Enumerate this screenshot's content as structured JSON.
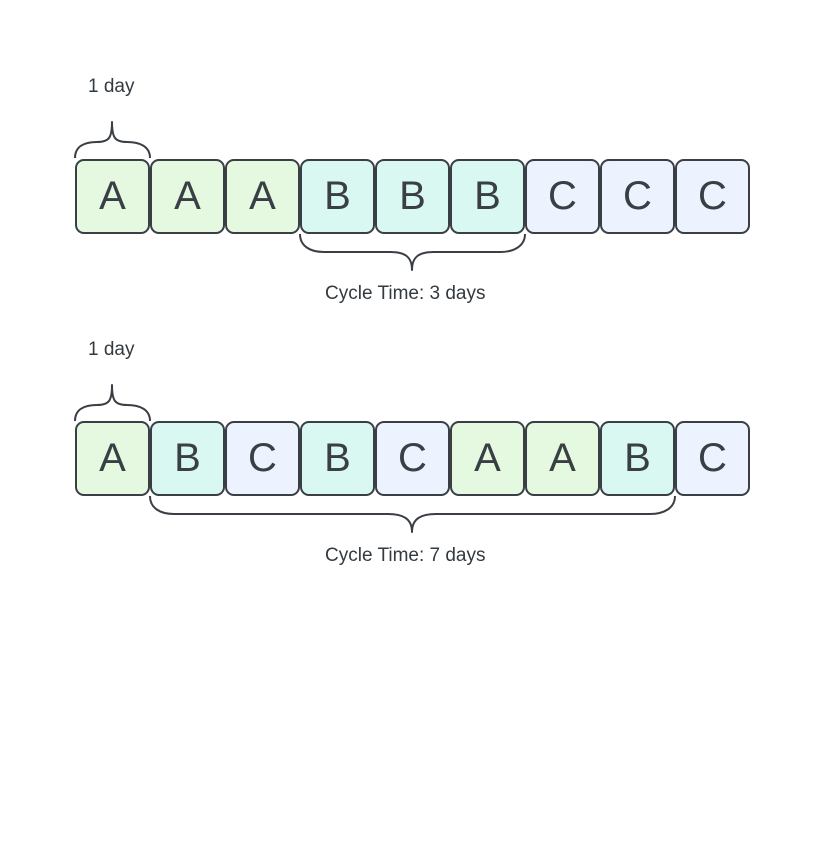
{
  "diagrams": [
    {
      "top_label": "1 day",
      "cells": [
        "A",
        "A",
        "A",
        "B",
        "B",
        "B",
        "C",
        "C",
        "C"
      ],
      "cycle_label": "Cycle Time: 3 days"
    },
    {
      "top_label": "1 day",
      "cells": [
        "A",
        "B",
        "C",
        "B",
        "C",
        "A",
        "A",
        "B",
        "C"
      ],
      "cycle_label": "Cycle Time: 7 days"
    }
  ],
  "colors": {
    "A": "#e4f9e0",
    "B": "#d8f8f1",
    "C": "#edf3fe",
    "stroke": "#3a3f45"
  }
}
